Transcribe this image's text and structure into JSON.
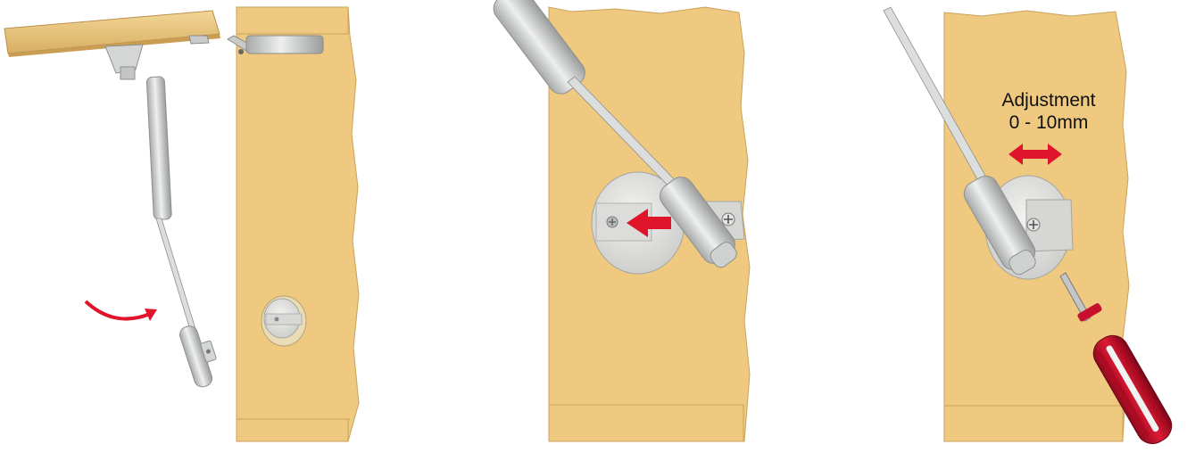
{
  "adjustment": {
    "title": "Adjustment",
    "range": "0  -  10mm"
  },
  "colors": {
    "wood": "#eec97f",
    "wood_edge": "#c9a25a",
    "wood_dark": "#d8ad5f",
    "metal": "#d4d6d6",
    "metal_dark": "#9a9c9c",
    "arrow_red": "#e0142a",
    "handle_red": "#c8102e",
    "screw": "#b8bcbc"
  },
  "steps": [
    {
      "name": "step-1",
      "icons": [
        "flap-panel-icon",
        "gas-strut-icon",
        "hinge-icon",
        "mounting-plate-icon",
        "rotation-arrow-icon"
      ]
    },
    {
      "name": "step-2",
      "icons": [
        "gas-strut-icon",
        "mounting-plate-icon",
        "push-arrow-icon",
        "screw-icon"
      ]
    },
    {
      "name": "step-3",
      "icons": [
        "gas-strut-icon",
        "mounting-plate-icon",
        "double-arrow-icon",
        "screwdriver-icon"
      ]
    }
  ]
}
